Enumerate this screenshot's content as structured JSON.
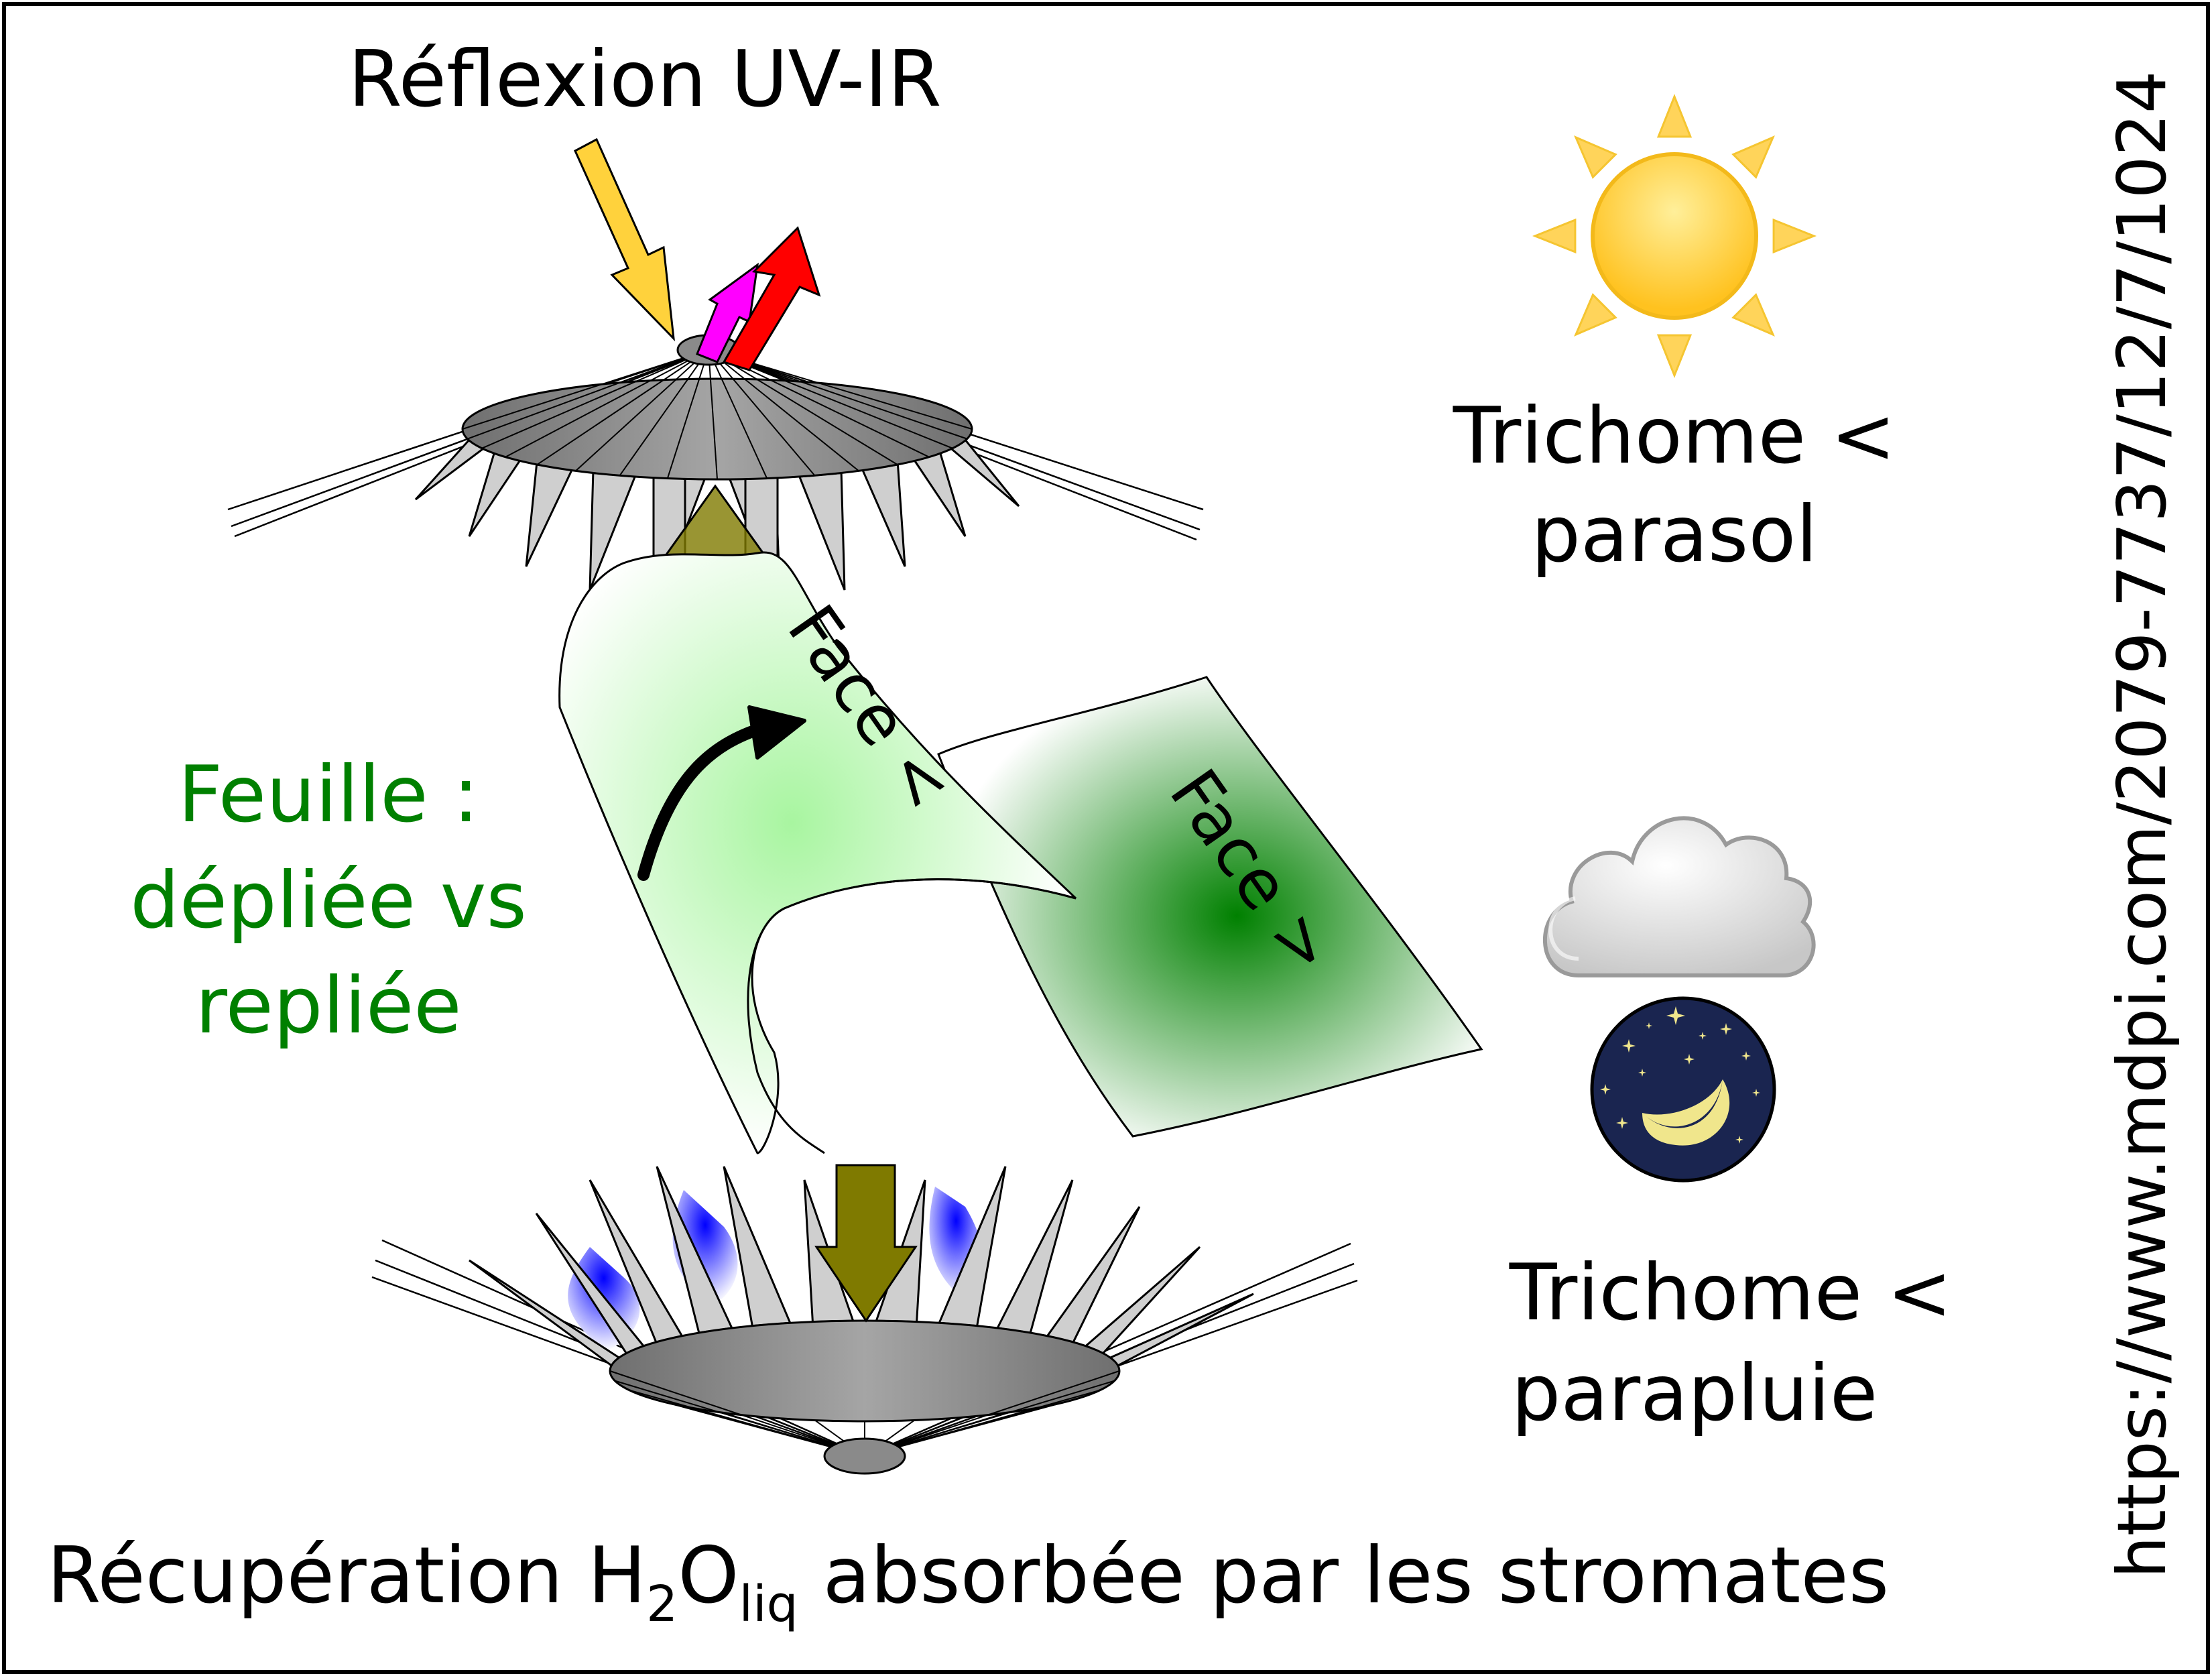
{
  "labels": {
    "reflection": "Réflexion UV-IR",
    "trichome_parasol_line1": "Trichome <",
    "trichome_parasol_line2": "parasol",
    "leaf_line1": "Feuille :",
    "leaf_line2": "dépliée vs",
    "leaf_line3": "repliée",
    "face_upper": "Face <",
    "face_lower": "Face >",
    "trichome_parapluie_line1": "Trichome <",
    "trichome_parapluie_line2": "parapluie",
    "recovery_prefix": "Récupération H",
    "recovery_sub2": "2",
    "recovery_O": "O",
    "recovery_subliq": "liq",
    "recovery_suffix": " absorbée par les stromates",
    "source_url": "https://www.mdpi.com/2079-7737/12/7/1024"
  },
  "icons": {
    "sun": "sun-icon",
    "cloud": "cloud-icon",
    "night": "night-sky-moon-icon"
  },
  "colors": {
    "leaf_text": "#008000",
    "incoming_light": "#ffd23c",
    "reflected_uv": "#ff00ff",
    "reflected_ir": "#ff0000",
    "water_drops": "#0000ff",
    "transfer_arrow": "#7f7a00",
    "trichome": "#999999",
    "night_sky": "#1a2550",
    "moon": "#f0e68c"
  }
}
